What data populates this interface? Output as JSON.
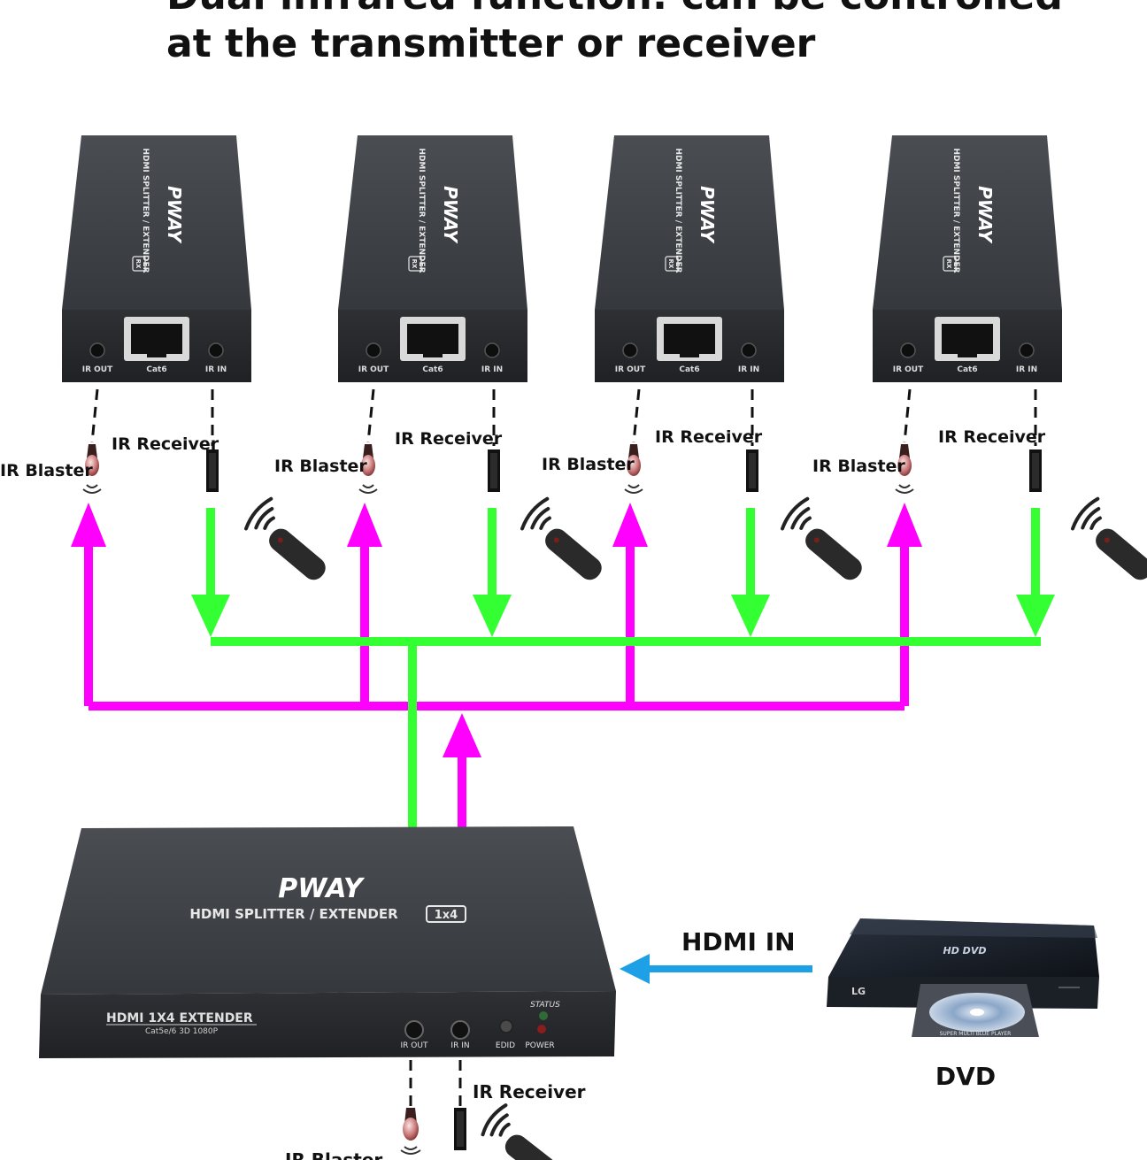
{
  "heading": {
    "line1": "Dual infrared function: can be controlled",
    "line2": "at the transmitter or receiver"
  },
  "receivers": [
    {
      "brand": "PWAY",
      "model_text": "HDMI SPLITTER / EXTENDER",
      "badge": "RX",
      "ports": {
        "ir_out": "IR OUT",
        "cat6": "Cat6",
        "ir_in": "IR IN"
      },
      "blaster_label": "IR Blaster",
      "receiver_label": "IR Receiver"
    },
    {
      "brand": "PWAY",
      "model_text": "HDMI SPLITTER / EXTENDER",
      "badge": "RX",
      "ports": {
        "ir_out": "IR OUT",
        "cat6": "Cat6",
        "ir_in": "IR IN"
      },
      "blaster_label": "IR Blaster",
      "receiver_label": "IR Receiver"
    },
    {
      "brand": "PWAY",
      "model_text": "HDMI SPLITTER / EXTENDER",
      "badge": "RX",
      "ports": {
        "ir_out": "IR OUT",
        "cat6": "Cat6",
        "ir_in": "IR IN"
      },
      "blaster_label": "IR Blaster",
      "receiver_label": "IR Receiver"
    },
    {
      "brand": "PWAY",
      "model_text": "HDMI SPLITTER / EXTENDER",
      "badge": "RX",
      "ports": {
        "ir_out": "IR OUT",
        "cat6": "Cat6",
        "ir_in": "IR IN"
      },
      "blaster_label": "IR Blaster",
      "receiver_label": "IR Receiver"
    }
  ],
  "transmitter": {
    "brand": "PWAY",
    "model_text": "HDMI SPLITTER / EXTENDER",
    "badge": "1x4",
    "front_title": "HDMI 1X4 EXTENDER",
    "front_subtitle": "Cat5e/6 3D 1080P",
    "ports": {
      "ir_out": "IR OUT",
      "ir_in": "IR IN",
      "edid": "EDID",
      "power": "POWER",
      "status": "STATUS"
    },
    "blaster_label": "IR Blaster",
    "receiver_label": "IR Receiver"
  },
  "source": {
    "hdmi_label": "HDMI IN",
    "device_label": "DVD",
    "device_brand": "LG",
    "disc_text": "HD DVD",
    "tray_text": "SUPER MULTI BLUE PLAYER"
  },
  "colors": {
    "ir_out_line": "#ff00ff",
    "ir_in_line": "#33ff33",
    "hdmi_arrow": "#1ea0e6",
    "device_body": "#3a3d41"
  },
  "icons": [
    "remote-control-icon",
    "ir-blaster-icon",
    "ir-receiver-icon",
    "rj45-port-icon"
  ]
}
